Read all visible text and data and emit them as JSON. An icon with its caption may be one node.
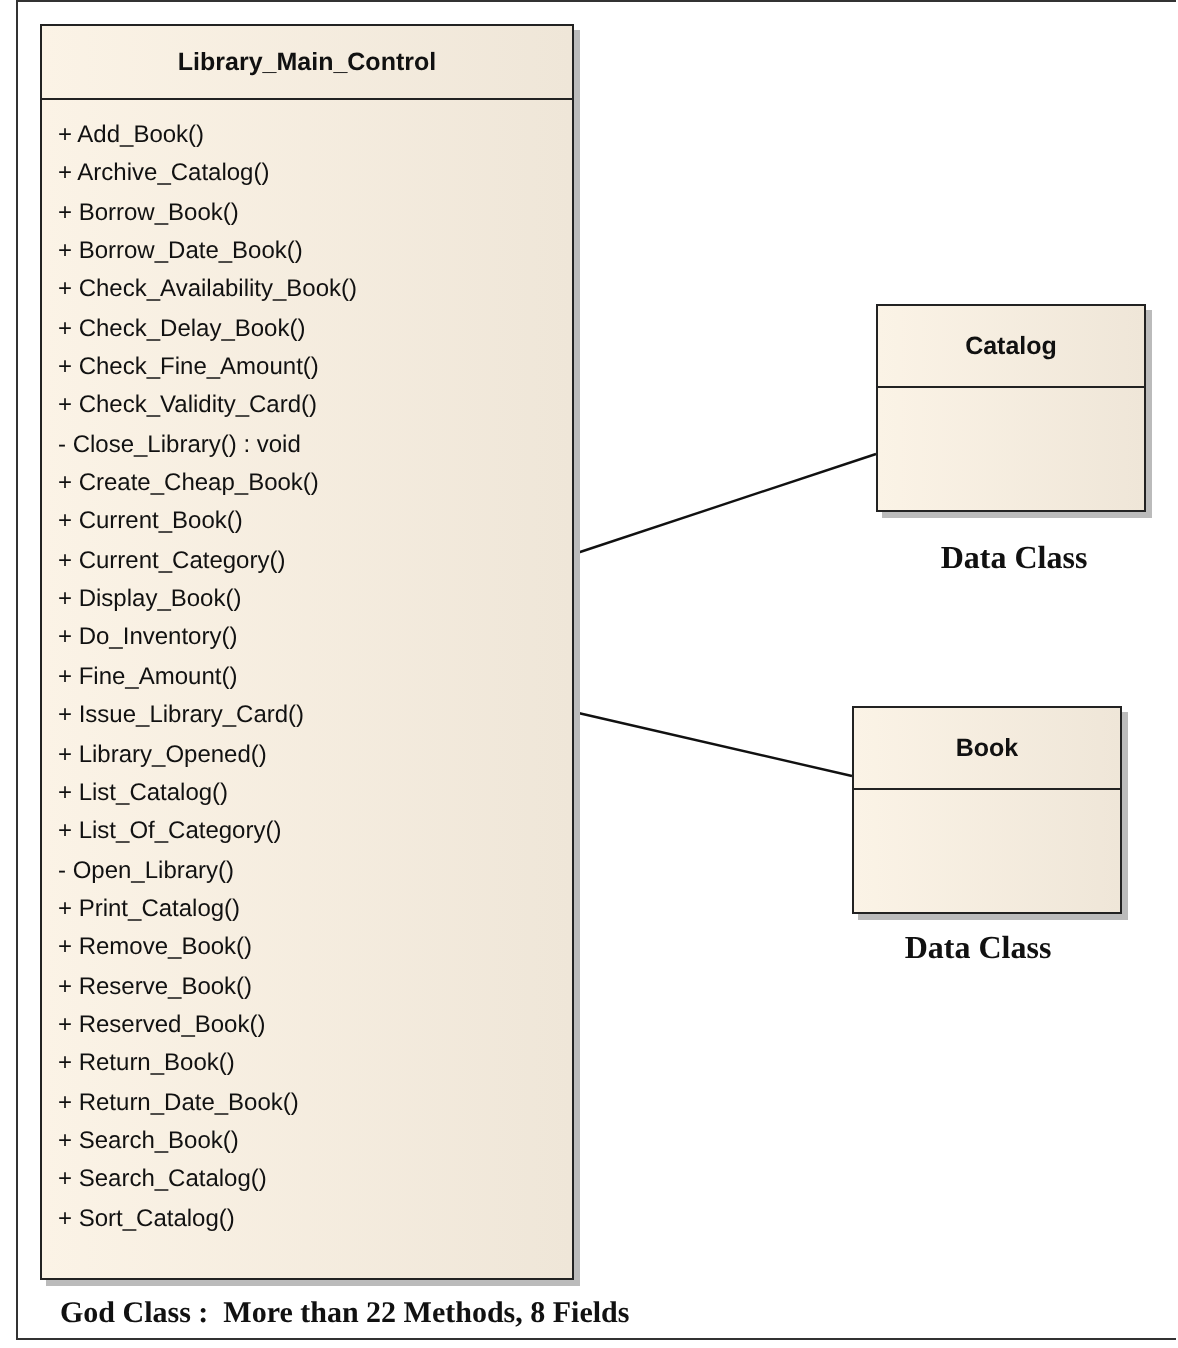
{
  "diagram": {
    "nodes": [
      {
        "text": [
          "Library_Main_Control",
          "+ Add_Book()",
          "+ Archive_Catalog()",
          "+ Borrow_Book()",
          "+ Borrow_Date_Book()",
          "+ Check_Availability_Book()",
          "+ Check_Delay_Book()",
          "+ Check_Fine_Amount()",
          "+ Check_Validity_Card()",
          "- Close_Library() : void",
          "+ Create_Cheap_Book()",
          "+ Current_Book()",
          "+ Current_Category()",
          "+ Display_Book()",
          "+ Do_Inventory()",
          "+ Fine_Amount()",
          "+ Issue_Library_Card()",
          "+ Library_Opened()",
          "+ List_Catalog()",
          "+ List_Of_Category()",
          "- Open_Library()",
          "+ Print_Catalog()",
          "+ Remove_Book()",
          "+ Reserve_Book()",
          "+ Reserved_Book()",
          "+ Return_Book()",
          "+ Return_Date_Book()",
          "+ Search_Book()",
          "+ Search_Catalog()",
          "+ Sort_Catalog()"
        ]
      },
      {
        "text": [
          "Catalog"
        ],
        "beside": [
          "Data Class"
        ]
      },
      {
        "text": [
          "Book"
        ],
        "beside": [
          "Data Class"
        ]
      }
    ],
    "edges": [
      {
        "from": 0,
        "to": 1,
        "arrow": "none"
      },
      {
        "from": 0,
        "to": 2,
        "arrow": "none"
      }
    ],
    "caption": "God Class :  More than 22 Methods, 8 Fields"
  }
}
